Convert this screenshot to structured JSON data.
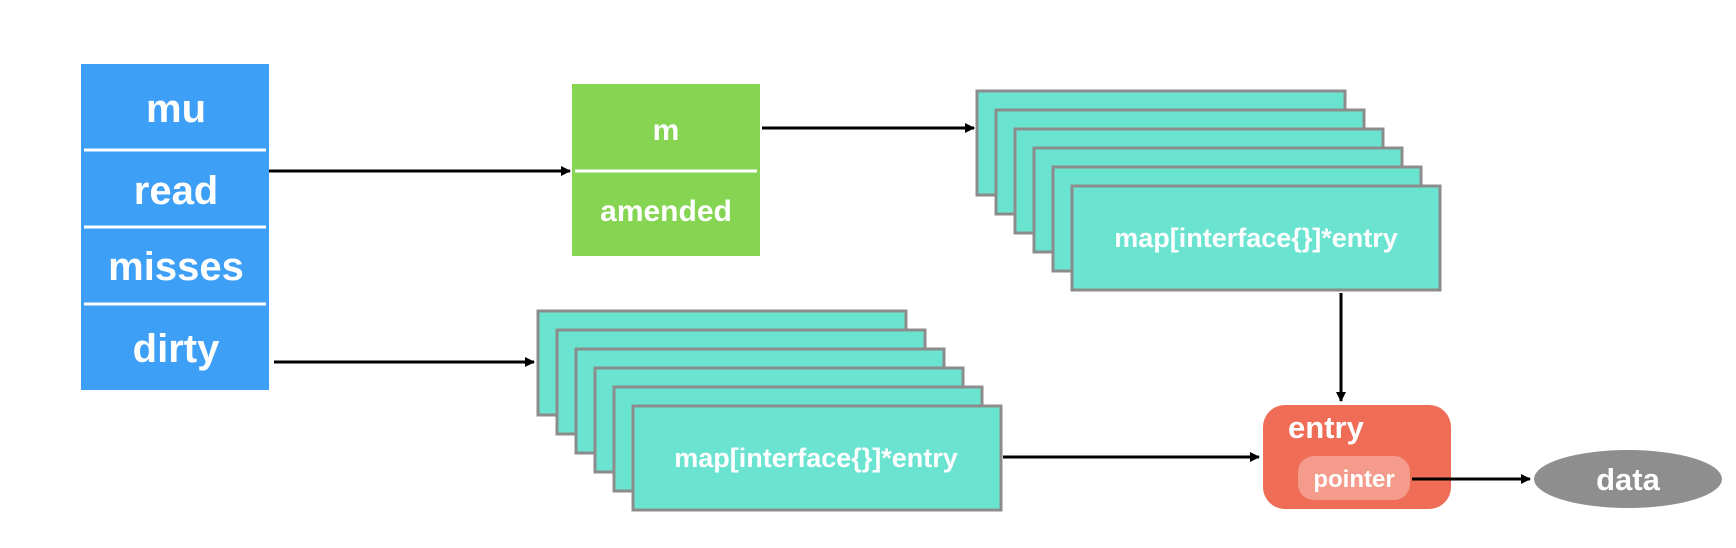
{
  "struct_fields": [
    "mu",
    "read",
    "misses",
    "dirty"
  ],
  "read_only": {
    "m_label": "m",
    "amended_label": "amended"
  },
  "read_map": {
    "label": "map[interface{}]*entry"
  },
  "dirty_map": {
    "label": "map[interface{}]*entry"
  },
  "entry": {
    "label": "entry",
    "pointer_label": "pointer"
  },
  "data_node": {
    "label": "data"
  },
  "colors": {
    "struct_fill": "#3e9ff7",
    "readonly_fill": "#85d452",
    "map_fill": "#6ae3d0",
    "map_stroke": "#8c8c8c",
    "entry_fill": "#ef6d56",
    "pointer_fill": "#f49b8b",
    "data_fill": "#8e8e8e",
    "arrow": "#000000"
  }
}
